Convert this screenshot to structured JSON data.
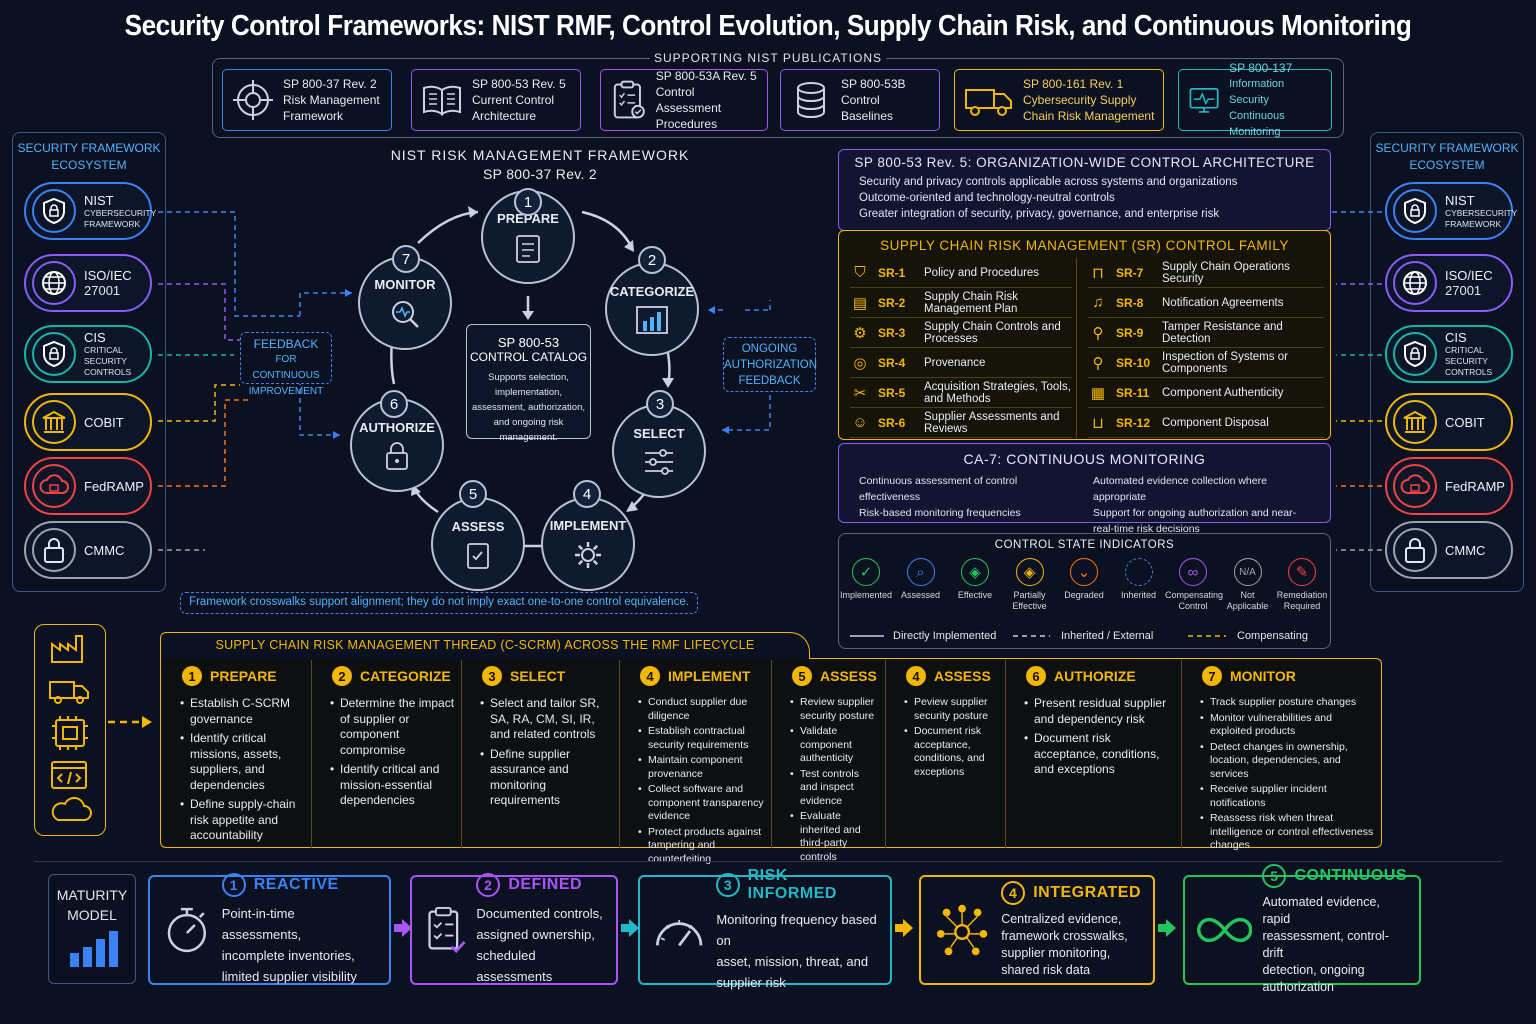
{
  "title": "Security Control Frameworks: NIST RMF, Control Evolution, Supply Chain Risk, and Continuous Monitoring",
  "publications": {
    "caption": "SUPPORTING NIST PUBLICATIONS",
    "items": [
      {
        "l1": "SP 800-37 Rev. 2",
        "l2": "Risk Management",
        "l3": "Framework",
        "color": "#3b82f6"
      },
      {
        "l1": "SP 800-53 Rev. 5",
        "l2": "Current Control",
        "l3": "Architecture",
        "color": "#8b5cf6"
      },
      {
        "l1": "SP 800-53A Rev. 5",
        "l2": "Control Assessment",
        "l3": "Procedures",
        "color": "#a855f7"
      },
      {
        "l1": "SP 800-53B",
        "l2": "Control",
        "l3": "Baselines",
        "color": "#8b5cf6"
      },
      {
        "l1": "SP 800-161 Rev. 1",
        "l2": "Cybersecurity Supply",
        "l3": "Chain Risk Management",
        "color": "#f2b705"
      },
      {
        "l1": "SP 800-137",
        "l2": "Information Security",
        "l3": "Continuous Monitoring",
        "color": "#22b8c8"
      }
    ]
  },
  "ecosystem": {
    "title_l1": "SECURITY FRAMEWORK",
    "title_l2": "ECOSYSTEM",
    "items": [
      {
        "name": "NIST",
        "sub1": "CYBERSECURITY",
        "sub2": "FRAMEWORK",
        "color": "#3b82f6",
        "icon": "shield-icon"
      },
      {
        "name": "ISO/IEC",
        "sub1": "27001",
        "sub2": "",
        "color": "#8b5cf6",
        "icon": "globe-icon"
      },
      {
        "name": "CIS",
        "sub1": "CRITICAL SECURITY",
        "sub2": "CONTROLS",
        "color": "#14b8a6",
        "icon": "shield-icon"
      },
      {
        "name": "COBIT",
        "sub1": "",
        "sub2": "",
        "color": "#f2b705",
        "icon": "building-icon"
      },
      {
        "name": "FedRAMP",
        "sub1": "",
        "sub2": "",
        "color": "#ef4444",
        "icon": "cloud-lock-icon"
      },
      {
        "name": "CMMC",
        "sub1": "",
        "sub2": "",
        "color": "#9ca3af",
        "icon": "lock-icon"
      }
    ]
  },
  "rmf": {
    "title": "NIST RISK MANAGEMENT FRAMEWORK",
    "subtitle": "SP 800-37 Rev. 2",
    "steps": [
      {
        "n": "1",
        "label": "PREPARE"
      },
      {
        "n": "2",
        "label": "CATEGORIZE"
      },
      {
        "n": "3",
        "label": "SELECT"
      },
      {
        "n": "4",
        "label": "IMPLEMENT"
      },
      {
        "n": "5",
        "label": "ASSESS"
      },
      {
        "n": "6",
        "label": "AUTHORIZE"
      },
      {
        "n": "7",
        "label": "MONITOR"
      }
    ],
    "catalog_l1": "SP 800-53",
    "catalog_l2": "CONTROL CATALOG",
    "catalog_desc": "Supports selection, implementation, assessment, authorization, and ongoing risk management.",
    "feedback_l1": "FEEDBACK",
    "feedback_l2": "FOR CONTINUOUS",
    "feedback_l3": "IMPROVEMENT",
    "ongoing_l1": "ONGOING",
    "ongoing_l2": "AUTHORIZATION",
    "ongoing_l3": "FEEDBACK",
    "crosswalk_note": "Framework crosswalks support alignment; they do not imply exact one-to-one control equivalence."
  },
  "architecture": {
    "title": "SP 800-53 Rev. 5: ORGANIZATION-WIDE CONTROL ARCHITECTURE",
    "bullets": [
      "Security and privacy controls applicable across systems and organizations",
      "Outcome-oriented and technology-neutral controls",
      "Greater integration of security, privacy, governance, and enterprise risk"
    ]
  },
  "sr_family": {
    "title": "SUPPLY CHAIN RISK MANAGEMENT (SR) CONTROL FAMILY",
    "left": [
      {
        "code": "SR-1",
        "text": "Policy and Procedures",
        "icon": "shield-icon"
      },
      {
        "code": "SR-2",
        "text": "Supply Chain Risk Management Plan",
        "icon": "document-icon"
      },
      {
        "code": "SR-3",
        "text": "Supply Chain Controls and Processes",
        "icon": "gear-icon"
      },
      {
        "code": "SR-4",
        "text": "Provenance",
        "icon": "fingerprint-icon"
      },
      {
        "code": "SR-5",
        "text": "Acquisition Strategies, Tools, and Methods",
        "icon": "tools-icon"
      },
      {
        "code": "SR-6",
        "text": "Supplier Assessments and Reviews",
        "icon": "person-icon"
      }
    ],
    "right": [
      {
        "code": "SR-7",
        "text": "Supply Chain Operations Security",
        "icon": "lock-icon"
      },
      {
        "code": "SR-8",
        "text": "Notification Agreements",
        "icon": "bell-icon"
      },
      {
        "code": "SR-9",
        "text": "Tamper Resistance and Detection",
        "icon": "magnifier-icon"
      },
      {
        "code": "SR-10",
        "text": "Inspection of Systems or Components",
        "icon": "magnifier-icon"
      },
      {
        "code": "SR-11",
        "text": "Component Authenticity",
        "icon": "chip-icon"
      },
      {
        "code": "SR-12",
        "text": "Component Disposal",
        "icon": "trash-icon"
      }
    ]
  },
  "ca7": {
    "title": "CA-7: CONTINUOUS MONITORING",
    "left": [
      "Continuous assessment of control effectiveness",
      "Risk-based monitoring frequencies"
    ],
    "right": [
      "Automated evidence collection where appropriate",
      "Support for ongoing authorization and near-real-time risk decisions"
    ]
  },
  "indicators": {
    "title": "CONTROL STATE INDICATORS",
    "items": [
      {
        "l1": "Implemented",
        "l2": "",
        "color": "#22c55e",
        "glyph": "✓"
      },
      {
        "l1": "Assessed",
        "l2": "",
        "color": "#3b82f6",
        "glyph": "⌕"
      },
      {
        "l1": "Effective",
        "l2": "",
        "color": "#22c55e",
        "glyph": "◈"
      },
      {
        "l1": "Partially",
        "l2": "Effective",
        "color": "#f2b705",
        "glyph": "◈"
      },
      {
        "l1": "Degraded",
        "l2": "",
        "color": "#f97316",
        "glyph": "⌄"
      },
      {
        "l1": "Inherited",
        "l2": "",
        "color": "#3b82f6",
        "glyph": ""
      },
      {
        "l1": "Compensating",
        "l2": "Control",
        "color": "#a855f7",
        "glyph": "∞"
      },
      {
        "l1": "Not",
        "l2": "Applicable",
        "color": "#9ca3af",
        "glyph": "N/A"
      },
      {
        "l1": "Remediation",
        "l2": "Required",
        "color": "#ef4444",
        "glyph": "✎"
      }
    ],
    "legend_direct": "Directly Implemented",
    "legend_inherited": "Inherited / External",
    "legend_comp": "Compensating"
  },
  "cscrm": {
    "title": "SUPPLY CHAIN RISK MANAGEMENT THREAD (C-SCRM) ACROSS THE RMF LIFECYCLE",
    "columns": [
      {
        "n": "1",
        "head": "PREPARE",
        "items": [
          "Establish C-SCRM governance",
          "Identify critical missions, assets, suppliers, and dependencies",
          "Define supply-chain risk appetite and accountability"
        ]
      },
      {
        "n": "2",
        "head": "CATEGORIZE",
        "items": [
          "Determine the impact of supplier or component compromise",
          "Identify critical and mission-essential dependencies"
        ]
      },
      {
        "n": "3",
        "head": "SELECT",
        "items": [
          "Select and tailor SR, SA, RA, CM, SI, IR, and related controls",
          "Define supplier assurance and monitoring requirements"
        ]
      },
      {
        "n": "4",
        "head": "IMPLEMENT",
        "items": [
          "Conduct supplier due diligence",
          "Establish contractual security requirements",
          "Maintain component provenance",
          "Collect software and component transparency evidence",
          "Protect products against tampering and counterfeiting"
        ]
      },
      {
        "n": "5",
        "head": "ASSESS",
        "items": [
          "Review supplier security posture",
          "Validate component authenticity",
          "Test controls and inspect evidence",
          "Evaluate inherited and third-party controls"
        ]
      },
      {
        "n": "4",
        "head": "ASSESS",
        "items": [
          "Peview supplier security posture",
          "Document risk acceptance, conditions, and exceptions"
        ]
      },
      {
        "n": "6",
        "head": "AUTHORIZE",
        "items": [
          "Present residual supplier and dependency risk",
          "Document risk acceptance, conditions, and exceptions"
        ]
      },
      {
        "n": "7",
        "head": "MONITOR",
        "items": [
          "Track supplier posture changes",
          "Monitor vulnerabilities and exploited products",
          "Detect changes in ownership, location, dependencies, and services",
          "Receive supplier incident notifications",
          "Reassess risk when threat intelligence or control effectiveness changes"
        ]
      }
    ]
  },
  "maturity": {
    "label_l1": "MATURITY",
    "label_l2": "MODEL",
    "levels": [
      {
        "n": "1",
        "head": "REACTIVE",
        "b1": "Point-in-time assessments,",
        "b2": "incomplete inventories,",
        "b3": "limited supplier visibility",
        "b4": "",
        "color": "#3b82f6"
      },
      {
        "n": "2",
        "head": "DEFINED",
        "b1": "Documented controls,",
        "b2": "assigned ownership,",
        "b3": "scheduled assessments",
        "b4": "",
        "color": "#a855f7"
      },
      {
        "n": "3",
        "head": "RISK-INFORMED",
        "b1": "Monitoring frequency based on",
        "b2": "asset, mission, threat, and",
        "b3": "supplier risk",
        "b4": "",
        "color": "#22b8c8"
      },
      {
        "n": "4",
        "head": "INTEGRATED",
        "b1": "Centralized evidence,",
        "b2": "framework crosswalks,",
        "b3": "supplier monitoring,",
        "b4": "shared risk data",
        "color": "#f2b705"
      },
      {
        "n": "5",
        "head": "CONTINUOUS",
        "b1": "Automated evidence, rapid",
        "b2": "reassessment, control-drift",
        "b3": "detection, ongoing",
        "b4": "authorization",
        "color": "#22c55e"
      }
    ]
  }
}
